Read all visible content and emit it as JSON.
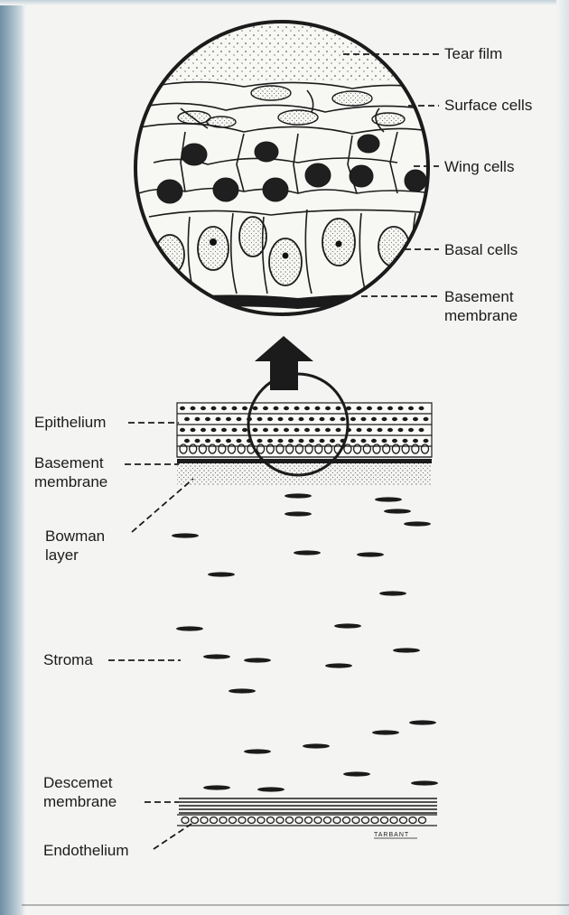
{
  "labels": {
    "tear_film": "Tear film",
    "surface_cells": "Surface cells",
    "wing_cells": "Wing cells",
    "basal_cells": "Basal cells",
    "basement_membrane_top": [
      "Basement",
      "membrane"
    ],
    "epithelium": "Epithelium",
    "basement_membrane_left": [
      "Basement",
      "membrane"
    ],
    "bowman_layer": [
      "Bowman",
      "layer"
    ],
    "stroma": "Stroma",
    "descemet_membrane": [
      "Descemet",
      "membrane"
    ],
    "endothelium": "Endothelium",
    "signature": "TARBANT"
  },
  "colors": {
    "ink": "#1b1b1b",
    "paper": "#f4f5f3",
    "frame_blue": "#8fa9b8"
  }
}
